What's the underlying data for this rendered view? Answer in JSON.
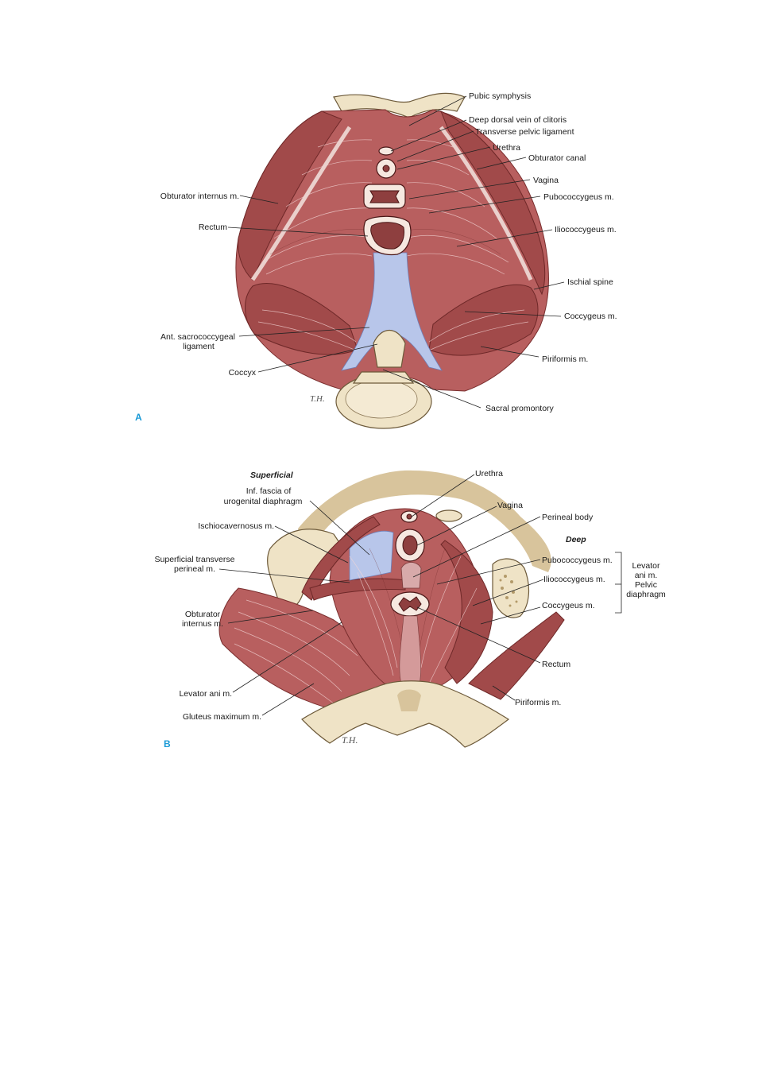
{
  "panel_a": {
    "panel_label": "A",
    "labels": {
      "pubic_symphysis": "Pubic symphysis",
      "deep_dorsal_vein": "Deep dorsal vein of clitoris",
      "transverse_pelvic_ligament": "Transverse pelvic ligament",
      "urethra": "Urethra",
      "obturator_canal": "Obturator canal",
      "vagina": "Vagina",
      "obturator_internus": "Obturator internus m.",
      "pubococcygeus": "Pubococcygeus m.",
      "rectum": "Rectum",
      "iliococcygeus": "Iliococcygeus m.",
      "ischial_spine": "Ischial spine",
      "coccygeus": "Coccygeus m.",
      "ant_sacrococcygeal_1": "Ant. sacrococcygeal",
      "ant_sacrococcygeal_2": "ligament",
      "piriformis": "Piriformis m.",
      "coccyx": "Coccyx",
      "sacral_promontory": "Sacral promontory"
    }
  },
  "panel_b": {
    "panel_label": "B",
    "labels": {
      "superficial": "Superficial",
      "urethra": "Urethra",
      "inf_fascia_1": "Inf. fascia of",
      "inf_fascia_2": "urogenital diaphragm",
      "vagina": "Vagina",
      "perineal_body": "Perineal body",
      "ischiocavernosus": "Ischiocavernosus m.",
      "deep": "Deep",
      "sup_transverse_1": "Superficial transverse",
      "sup_transverse_2": "perineal m.",
      "pubococcygeus": "Pubococcygeus m.",
      "iliococcygeus": "Iliococcygeus m.",
      "levator_1": "Levator",
      "levator_2": "ani m.",
      "levator_3": "Pelvic",
      "levator_4": "diaphragm",
      "obturator_1": "Obturator",
      "obturator_2": "internus m.",
      "coccygeus": "Coccygeus m.",
      "rectum": "Rectum",
      "levator_ani": "Levator ani m.",
      "piriformis": "Piriformis m.",
      "gluteus": "Gluteus maximum m."
    }
  }
}
